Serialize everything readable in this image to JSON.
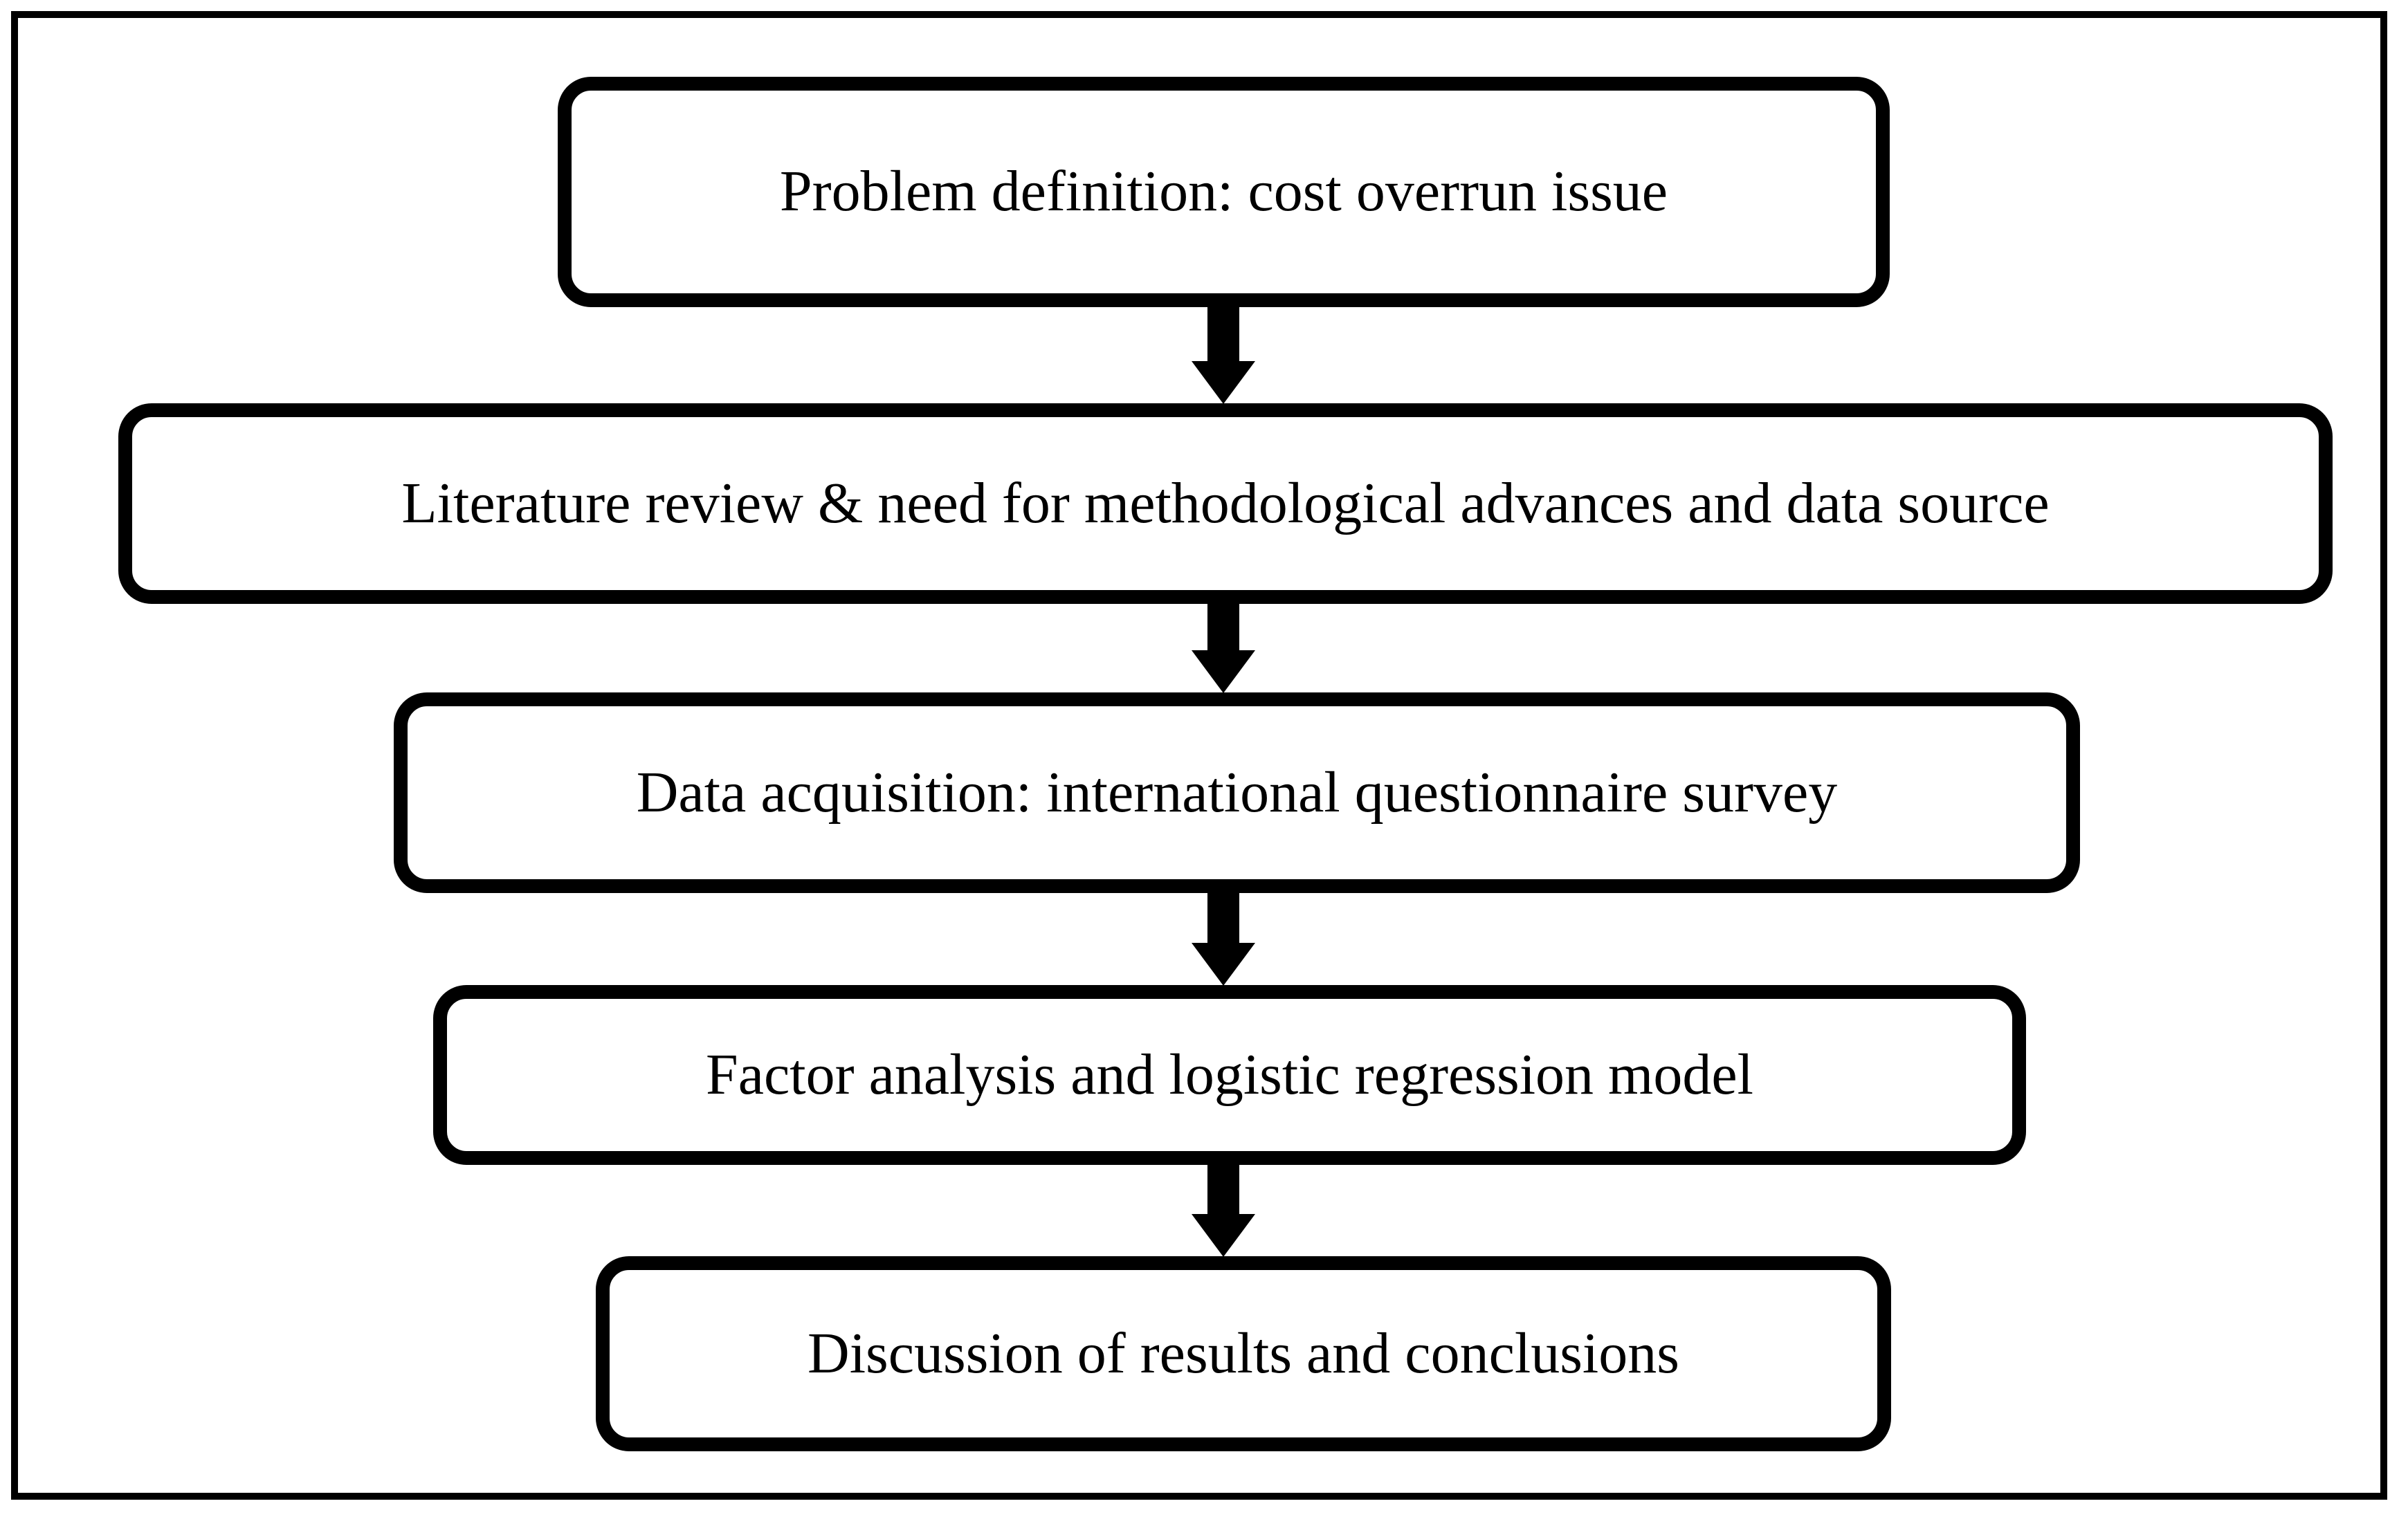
{
  "figure": {
    "type": "flowchart",
    "direction": "top-to-bottom",
    "colors": {
      "background": "#ffffff",
      "frame_border": "#000000",
      "box_border": "#000000",
      "box_fill": "#ffffff",
      "arrow": "#000000",
      "text": "#000000"
    },
    "steps": [
      {
        "label": "Problem definition: cost overrun issue"
      },
      {
        "label": "Literature review & need for methodological advances and data source"
      },
      {
        "label": "Data acquisition: international questionnaire survey"
      },
      {
        "label": "Factor analysis and logistic regression model"
      },
      {
        "label": "Discussion of results and conclusions"
      }
    ],
    "connectors": [
      {
        "from": "Problem definition: cost overrun issue",
        "to": "Literature review & need for methodological advances and data source",
        "style": "block-arrow-down"
      },
      {
        "from": "Literature review & need for methodological advances and data source",
        "to": "Data acquisition: international questionnaire survey",
        "style": "block-arrow-down"
      },
      {
        "from": "Data acquisition: international questionnaire survey",
        "to": "Factor analysis and logistic regression model",
        "style": "block-arrow-down"
      },
      {
        "from": "Factor analysis and logistic regression model",
        "to": "Discussion of results and conclusions",
        "style": "block-arrow-down"
      }
    ]
  }
}
